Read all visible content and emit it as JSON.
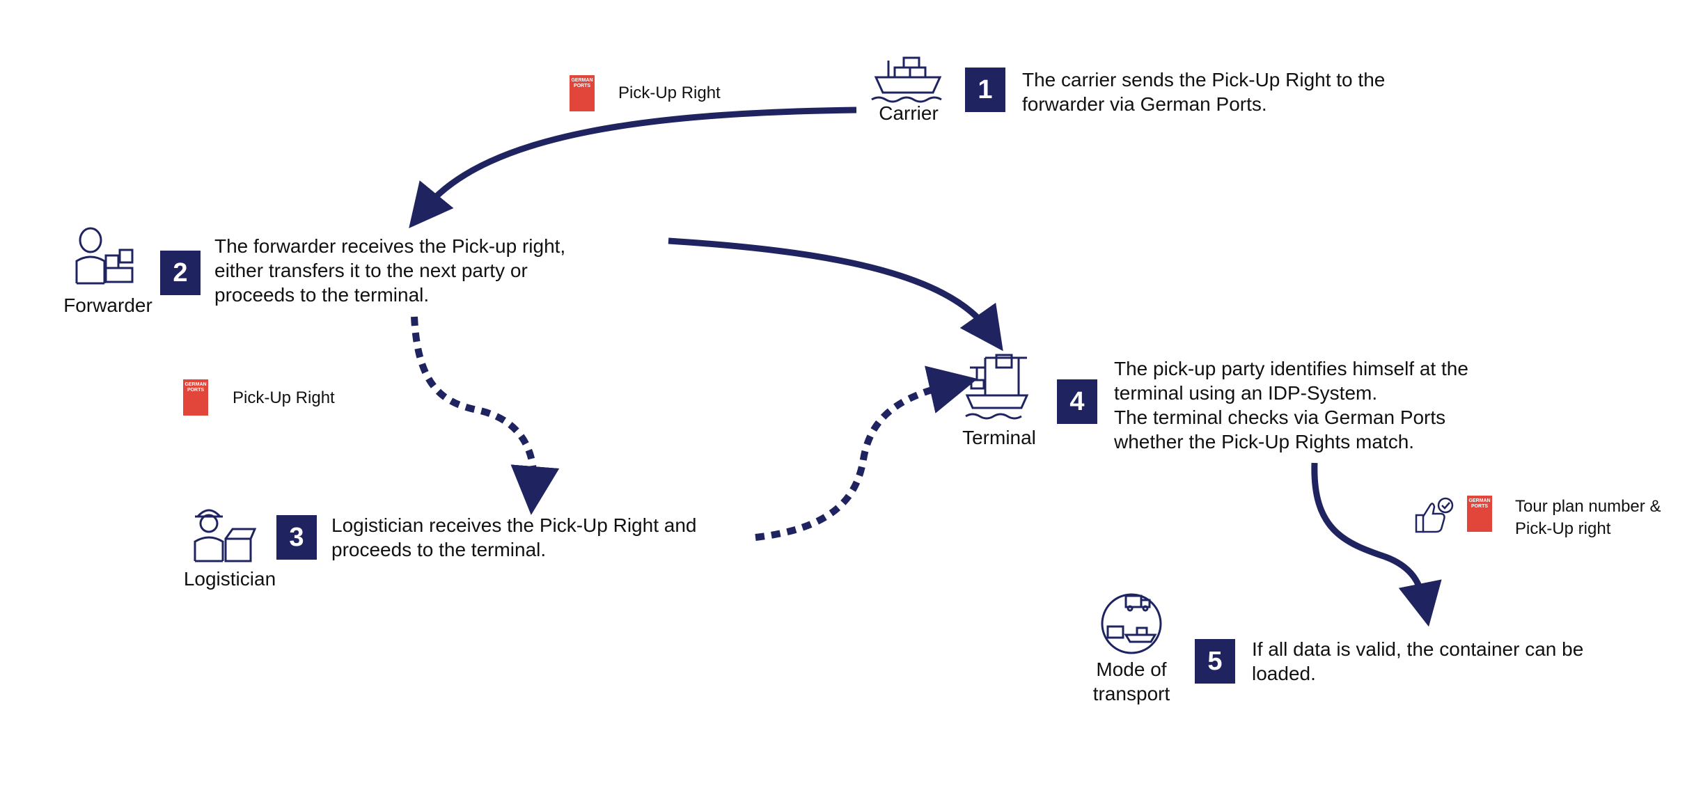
{
  "colors": {
    "navy": "#1f2461",
    "badge_red": "#e2463b"
  },
  "steps": [
    {
      "number": "1",
      "actor": "Carrier",
      "icon": "ship-icon",
      "text_lines": [
        "The carrier sends the Pick-Up Right to the",
        "forwarder via German Ports."
      ]
    },
    {
      "number": "2",
      "actor": "Forwarder",
      "icon": "forwarder-person-icon",
      "text_lines": [
        "The forwarder receives the Pick-up right,",
        "either transfers it to the next party or",
        "proceeds to the terminal."
      ]
    },
    {
      "number": "3",
      "actor": "Logistician",
      "icon": "logistician-person-icon",
      "text_lines": [
        "Logistician receives the Pick-Up Right and",
        "proceeds to the terminal."
      ]
    },
    {
      "number": "4",
      "actor": "Terminal",
      "icon": "crane-terminal-icon",
      "text_lines": [
        "The pick-up party identifies himself at the",
        "terminal using an IDP-System.",
        "The terminal checks via German Ports",
        "whether the Pick-Up Rights match."
      ]
    },
    {
      "number": "5",
      "actor_lines": [
        "Mode of",
        "transport"
      ],
      "icon": "transport-mode-icon",
      "text_lines": [
        "If all data is valid, the container can be",
        "loaded."
      ]
    }
  ],
  "annotations": [
    {
      "icon": "german-ports-logo-icon",
      "logo_lines": [
        "GERMAN",
        "PORTS"
      ],
      "label": "Pick-Up Right"
    },
    {
      "icon": "german-ports-logo-icon",
      "logo_lines": [
        "GERMAN",
        "PORTS"
      ],
      "label": "Pick-Up Right"
    },
    {
      "icons": [
        "thumbs-up-check-icon",
        "german-ports-logo-icon"
      ],
      "logo_lines": [
        "GERMAN",
        "PORTS"
      ],
      "label_lines": [
        "Tour plan number &",
        "Pick-Up right"
      ]
    }
  ]
}
